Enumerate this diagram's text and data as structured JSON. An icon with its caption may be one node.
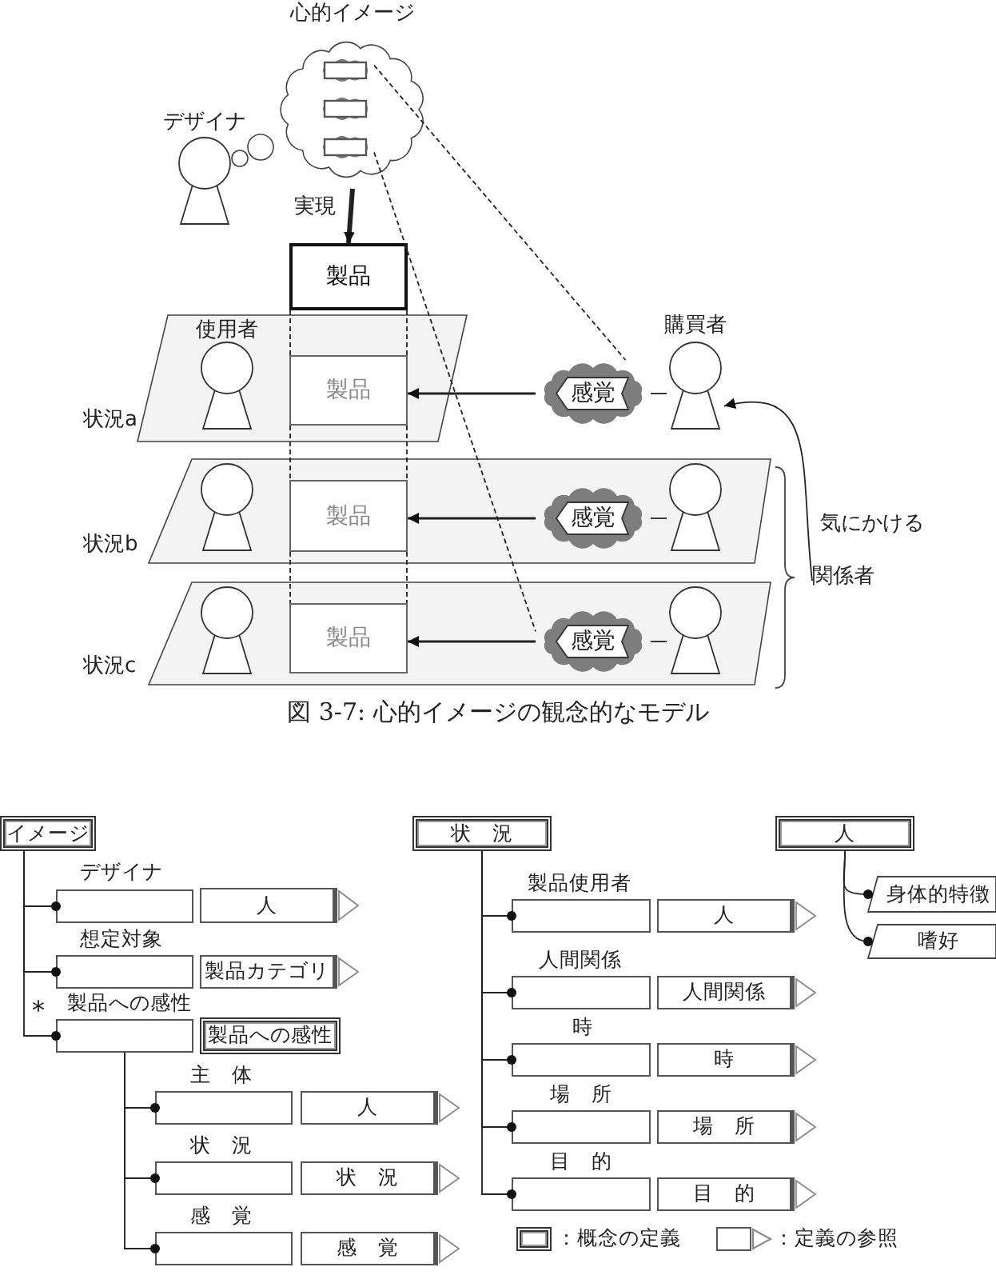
{
  "diagram": {
    "caption": "図 3-7: 心的イメージの観念的なモデル",
    "nodes": [
      {
        "text": [
          "心的イメージ"
        ]
      },
      {
        "text": [],
        "shape": "box",
        "in": 0
      },
      {
        "text": [],
        "shape": "box",
        "in": 0
      },
      {
        "text": [],
        "shape": "box",
        "in": 0
      },
      {
        "text": [
          "デザイナ"
        ]
      },
      {
        "text": [
          "製品"
        ]
      },
      {
        "text": [
          "状況a"
        ]
      },
      {
        "text": [
          "使用者"
        ],
        "in": 6
      },
      {
        "text": [
          "製品"
        ],
        "in": 6
      },
      {
        "text": [
          "感覚"
        ]
      },
      {
        "text": [
          "購買者"
        ]
      },
      {
        "text": [
          "状況b"
        ]
      },
      {
        "text": [],
        "shape": "person",
        "in": 11
      },
      {
        "text": [
          "製品"
        ],
        "in": 11
      },
      {
        "text": [
          "感覚"
        ],
        "in": 11
      },
      {
        "text": [],
        "shape": "person",
        "in": 11
      },
      {
        "text": [
          "状況c"
        ]
      },
      {
        "text": [],
        "shape": "person",
        "in": 16
      },
      {
        "text": [
          "製品"
        ],
        "in": 16
      },
      {
        "text": [
          "感覚"
        ],
        "in": 16
      },
      {
        "text": [],
        "shape": "person",
        "in": 16
      },
      {
        "text": [
          "関係者"
        ]
      },
      {
        "text": [
          "イメージ"
        ]
      },
      {
        "text": [
          "デザイナ"
        ]
      },
      {
        "text": [
          "人"
        ]
      },
      {
        "text": [
          "想定対象"
        ]
      },
      {
        "text": [
          "製品カテゴリ"
        ]
      },
      {
        "text": [
          "製品への感性"
        ],
        "beside": [
          "*"
        ]
      },
      {
        "text": [
          "製品への感性"
        ]
      },
      {
        "text": [
          "主　体"
        ]
      },
      {
        "text": [
          "人"
        ]
      },
      {
        "text": [
          "状　況"
        ]
      },
      {
        "text": [
          "状　況"
        ]
      },
      {
        "text": [
          "感　覚"
        ]
      },
      {
        "text": [
          "感　覚"
        ]
      },
      {
        "text": [
          "状　況"
        ]
      },
      {
        "text": [
          "製品使用者"
        ]
      },
      {
        "text": [
          "人"
        ]
      },
      {
        "text": [
          "人間関係"
        ]
      },
      {
        "text": [
          "人間関係"
        ]
      },
      {
        "text": [
          "時"
        ]
      },
      {
        "text": [
          "時"
        ]
      },
      {
        "text": [
          "場　所"
        ]
      },
      {
        "text": [
          "場　所"
        ]
      },
      {
        "text": [
          "目　的"
        ]
      },
      {
        "text": [
          "目　的"
        ]
      },
      {
        "text": [
          "人"
        ]
      },
      {
        "text": [
          "身体的特徴"
        ]
      },
      {
        "text": [
          "嗜好"
        ]
      }
    ],
    "edges": [
      {
        "from": 0,
        "to": 5,
        "arrow": "to",
        "style": "thick",
        "label": "実現"
      },
      {
        "from": 5,
        "to": 8,
        "arrow": "none",
        "style": "dashed"
      },
      {
        "from": 8,
        "to": 13,
        "arrow": "none",
        "style": "dashed"
      },
      {
        "from": 13,
        "to": 18,
        "arrow": "none",
        "style": "dashed"
      },
      {
        "from": 1,
        "to": 9,
        "arrow": "none",
        "style": "dashed"
      },
      {
        "from": 3,
        "to": 19,
        "arrow": "none",
        "style": "dashed"
      },
      {
        "from": 9,
        "to": 8,
        "arrow": "to"
      },
      {
        "from": 14,
        "to": 13,
        "arrow": "to"
      },
      {
        "from": 19,
        "to": 18,
        "arrow": "to"
      },
      {
        "from": 9,
        "to": 10,
        "arrow": "none"
      },
      {
        "from": 14,
        "to": 15,
        "arrow": "none"
      },
      {
        "from": 19,
        "to": 20,
        "arrow": "none"
      },
      {
        "from": 21,
        "to": 10,
        "arrow": "to",
        "label": "気にかける"
      },
      {
        "from": 22,
        "to": 23,
        "arrow": "other"
      },
      {
        "from": 22,
        "to": 25,
        "arrow": "other"
      },
      {
        "from": 22,
        "to": 27,
        "arrow": "other"
      },
      {
        "from": 27,
        "to": 29,
        "arrow": "other"
      },
      {
        "from": 27,
        "to": 31,
        "arrow": "other"
      },
      {
        "from": 27,
        "to": 33,
        "arrow": "other"
      },
      {
        "from": 35,
        "to": 36,
        "arrow": "other"
      },
      {
        "from": 35,
        "to": 38,
        "arrow": "other"
      },
      {
        "from": 35,
        "to": 40,
        "arrow": "other"
      },
      {
        "from": 35,
        "to": 42,
        "arrow": "other"
      },
      {
        "from": 35,
        "to": 44,
        "arrow": "other"
      },
      {
        "from": 46,
        "to": 47,
        "arrow": "other"
      },
      {
        "from": 46,
        "to": 48,
        "arrow": "other"
      }
    ],
    "legend": [
      {
        "text": "：概念の定義"
      },
      {
        "text": "：定義の参照"
      }
    ]
  }
}
